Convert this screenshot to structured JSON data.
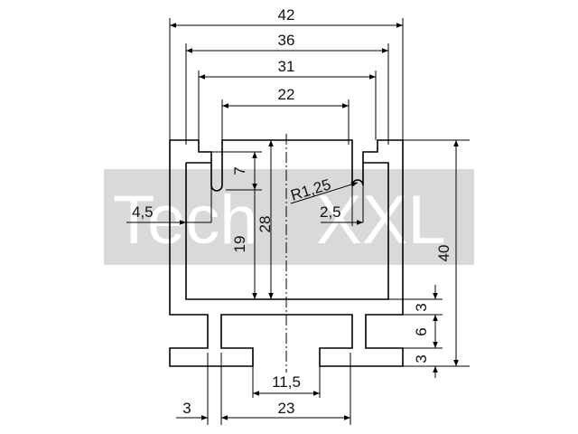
{
  "watermark": {
    "text_a": "Tech",
    "text_b": "XXL",
    "band_color": "#d2d2d2"
  },
  "drawing": {
    "dims": {
      "w42": "42",
      "w36": "36",
      "w31": "31",
      "w22": "22",
      "h7": "7",
      "r125": "R1,25",
      "w45": "4,5",
      "w25": "2,5",
      "h28": "28",
      "h19": "19",
      "h40": "40",
      "h3a": "3",
      "h6": "6",
      "h3b": "3",
      "w115": "11,5",
      "w3": "3",
      "w23": "23"
    }
  }
}
